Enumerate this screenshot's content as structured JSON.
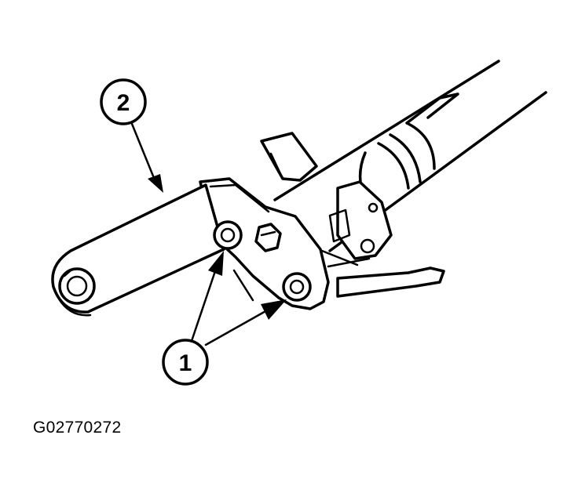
{
  "callouts": [
    {
      "label": "2"
    },
    {
      "label": "1"
    }
  ],
  "figure_code": "G02770272",
  "colors": {
    "ink": "#000000",
    "background": "#ffffff"
  }
}
